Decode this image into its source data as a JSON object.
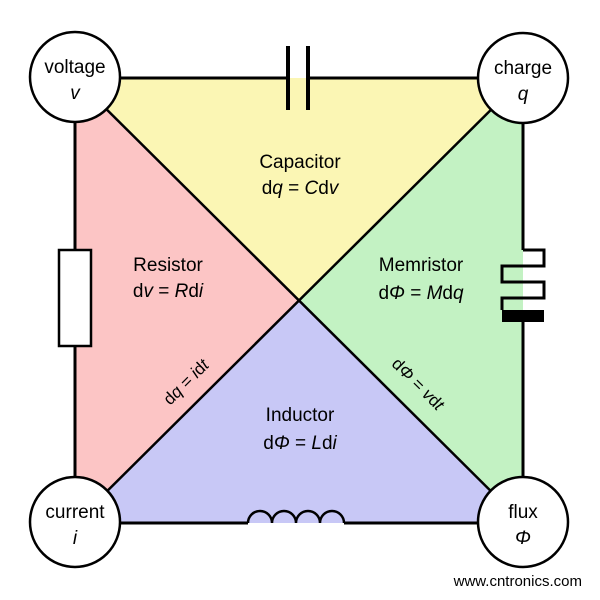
{
  "page": {
    "watermark": "www.cntronics.com",
    "watermark_color": "#b9d88e",
    "background": "#ffffff"
  },
  "colors": {
    "capacitor": "#fbf6b4",
    "resistor": "#fcc5c5",
    "memristor": "#c3f2c3",
    "inductor": "#c8c8f6",
    "stroke": "#000000"
  },
  "corners": {
    "top_left": {
      "name": "voltage",
      "symbol": "v"
    },
    "top_right": {
      "name": "charge",
      "symbol": "q"
    },
    "bottom_left": {
      "name": "current",
      "symbol": "i"
    },
    "bottom_right": {
      "name": "flux",
      "symbol": "Φ"
    }
  },
  "regions": {
    "capacitor": {
      "label": "Capacitor",
      "eq": [
        "d",
        "q",
        " = ",
        "C",
        "d",
        "v"
      ]
    },
    "resistor": {
      "label": "Resistor",
      "eq": [
        "d",
        "v",
        " = ",
        "R",
        "d",
        "i"
      ]
    },
    "memristor": {
      "label": "Memristor",
      "eq": [
        "d",
        "Φ",
        " = ",
        "M",
        "d",
        "q"
      ]
    },
    "inductor": {
      "label": "Inductor",
      "eq": [
        "d",
        "Φ",
        " = ",
        "L",
        "d",
        "i"
      ]
    }
  },
  "diagonals": {
    "charge_current": {
      "eq": [
        "d",
        "q",
        " = ",
        "i",
        "d",
        "t"
      ]
    },
    "flux_voltage": {
      "eq": [
        "d",
        "Φ",
        " = ",
        "v",
        "d",
        "t"
      ]
    }
  }
}
